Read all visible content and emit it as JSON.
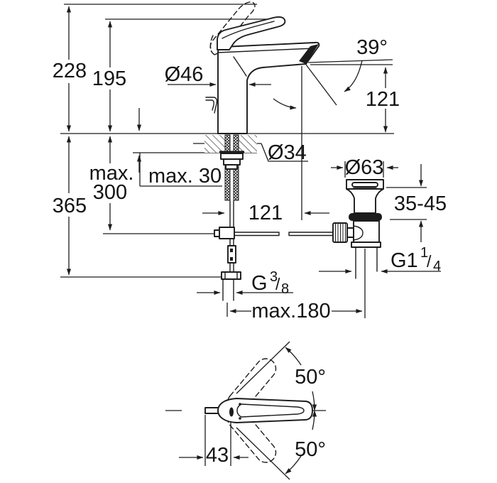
{
  "drawing": {
    "side_view": {
      "height_total": "228",
      "height_to_handle": "195",
      "body_diameter": "Ø46",
      "spout_angle": "39°",
      "spout_height": "121",
      "below_deck_depth": "365",
      "rod_max_line1": "max.",
      "rod_max_line2": "300",
      "deck_thickness": "max. 30",
      "hole_diameter": "Ø34",
      "spout_reach": "121",
      "supply_thread": {
        "main": "G",
        "sup": "3",
        "slash": "/",
        "sub": "8"
      },
      "center_distance": "max.180"
    },
    "drain_view": {
      "flange_diameter": "Ø63",
      "deck_range": "35-45",
      "drain_thread": {
        "main": "G1",
        "sup": "1",
        "slash": "/",
        "sub": "4"
      }
    },
    "handle_view": {
      "swing_up": "50°",
      "swing_down": "50°",
      "handle_offset": "43"
    },
    "colors": {
      "line": "#1c1c1c",
      "background": "#ffffff"
    }
  }
}
